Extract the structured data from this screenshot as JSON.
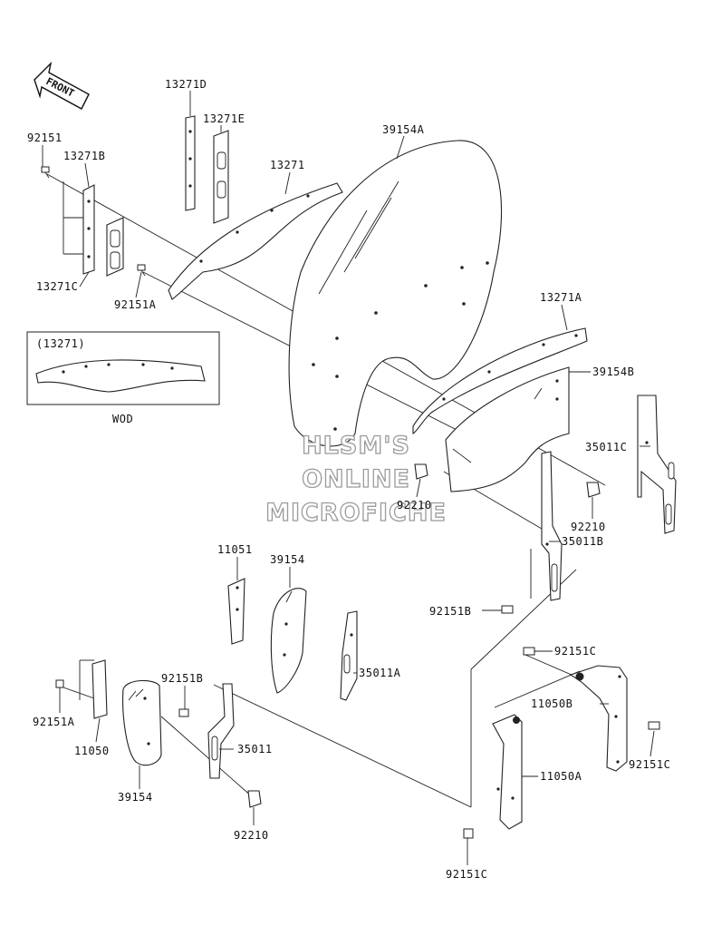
{
  "front_arrow": {
    "text": "FRONT"
  },
  "watermark": {
    "line1": "HLSM'S",
    "line2": "ONLINE",
    "line3": "MICROFICHE"
  },
  "inset": {
    "title": "(13271)",
    "caption": "WOD"
  },
  "labels": {
    "p13271D": "13271D",
    "p13271E": "13271E",
    "p92151_top": "92151",
    "p13271B": "13271B",
    "p13271": "13271",
    "p39154A": "39154A",
    "p13271C": "13271C",
    "p92151A_top": "92151A",
    "p13271A": "13271A",
    "p39154B": "39154B",
    "p35011C": "35011C",
    "p92210_left": "92210",
    "p92210_right": "92210",
    "p35011B": "35011B",
    "p11051": "11051",
    "p39154_mid": "39154",
    "p92151B_right": "92151B",
    "p35011A": "35011A",
    "p92151C_top": "92151C",
    "p11050B": "11050B",
    "p92151B_left": "92151B",
    "p92151A_left": "92151A",
    "p35011": "35011",
    "p92151C_right": "92151C",
    "p11050": "11050",
    "p11050A": "11050A",
    "p39154_low": "39154",
    "p92210_low": "92210",
    "p92151C_bottom": "92151C"
  }
}
